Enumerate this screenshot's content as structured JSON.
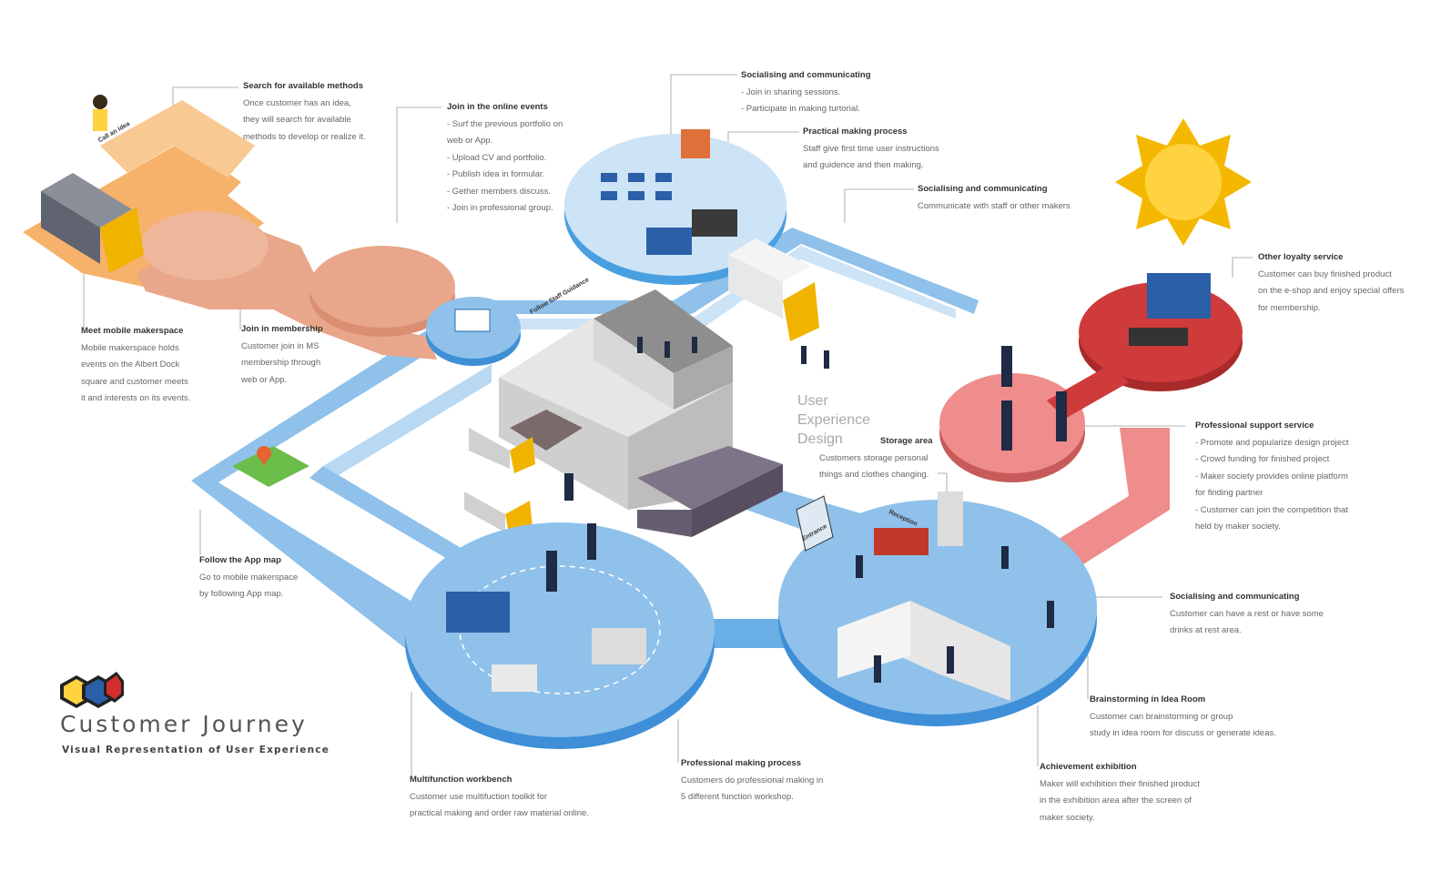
{
  "title": "Customer Journey",
  "subtitle": "Visual Representation of User Experience",
  "watermark": {
    "line1": "User",
    "line2": "Experience",
    "line3": "Design"
  },
  "colors": {
    "orange_path": "#f6b26b",
    "salmon_path": "#e8a78a",
    "blue_path": "#8fc1ea",
    "light_blue": "#c9e1f6",
    "red_hub": "#cf3a3a",
    "pink_path": "#ef8c8c",
    "blue_hub": "#4a9fe0"
  },
  "small_labels": {
    "call_an_idea": "Call an idea",
    "follow_staff": "Follow Staff Guidance",
    "entrance": "Entrance",
    "reception": "Reception"
  },
  "annotations": {
    "search_methods": {
      "heading": "Search for available methods",
      "lines": [
        "Once customer has an idea,",
        "they will search for available",
        "methods to develop or realize it."
      ]
    },
    "meet_mobile": {
      "heading": "Meet mobile makerspace",
      "lines": [
        "Mobile makerspace holds",
        "events on the Albert Dock",
        "square and customer meets",
        "it and interests on its events."
      ]
    },
    "join_membership": {
      "heading": "Join in membership",
      "lines": [
        "Customer join in MS",
        "membership through",
        "web or App."
      ]
    },
    "online_events": {
      "heading": "Join in the online events",
      "lines": [
        "- Surf the previous portfolio on",
        "web or App.",
        "- Upload CV and portfolio.",
        "- Publish idea in formular.",
        "- Gether members discuss.",
        "- Join in professional group."
      ]
    },
    "socialising_1": {
      "heading": "Socialising and communicating",
      "lines": [
        "- Join in sharing sessions.",
        "- Participate in making turtorial."
      ]
    },
    "practical_making": {
      "heading": "Practical making process",
      "lines": [
        "Staff give first time user instructions",
        "and guidence and then making."
      ]
    },
    "socialising_2": {
      "heading": "Socialising and communicating",
      "lines": [
        "Communicate with staff or other makers"
      ]
    },
    "loyalty": {
      "heading": "Other loyalty service",
      "lines": [
        "Customer can buy finished product",
        "on the e-shop and enjoy special offers",
        "for membership."
      ]
    },
    "professional_support": {
      "heading": "Professional support service",
      "lines": [
        "- Promote and popularize design project",
        "- Crowd funding for finished project",
        "- Maker society provides online platform",
        "for finding partner",
        "- Customer can join the competition that",
        "held by maker society."
      ]
    },
    "storage": {
      "heading": "Storage area",
      "lines": [
        "Customers storage personal",
        "things and clothes changing."
      ]
    },
    "follow_app": {
      "heading": "Follow the App map",
      "lines": [
        "Go to mobile makerspace",
        "by following App map."
      ]
    },
    "socialising_3": {
      "heading": "Socialising and communicating",
      "lines": [
        "Customer can have a rest or have some",
        "drinks at rest area."
      ]
    },
    "brainstorming": {
      "heading": "Brainstorming in Idea Room",
      "lines": [
        "Customer can brainstorming or group",
        "study in idea room for discuss or generate ideas."
      ]
    },
    "achievement": {
      "heading": "Achievement exhibition",
      "lines": [
        "Maker will exhibition their finished product",
        "in the exhibition area after the screen of",
        "maker society."
      ]
    },
    "professional_making": {
      "heading": "Professional making process",
      "lines": [
        "Customers do professional making in",
        "5 different function workshop."
      ]
    },
    "multifunction": {
      "heading": "Multifunction workbench",
      "lines": [
        "Customer use multifuction toolkit for",
        "practical making and order raw material online."
      ]
    }
  }
}
